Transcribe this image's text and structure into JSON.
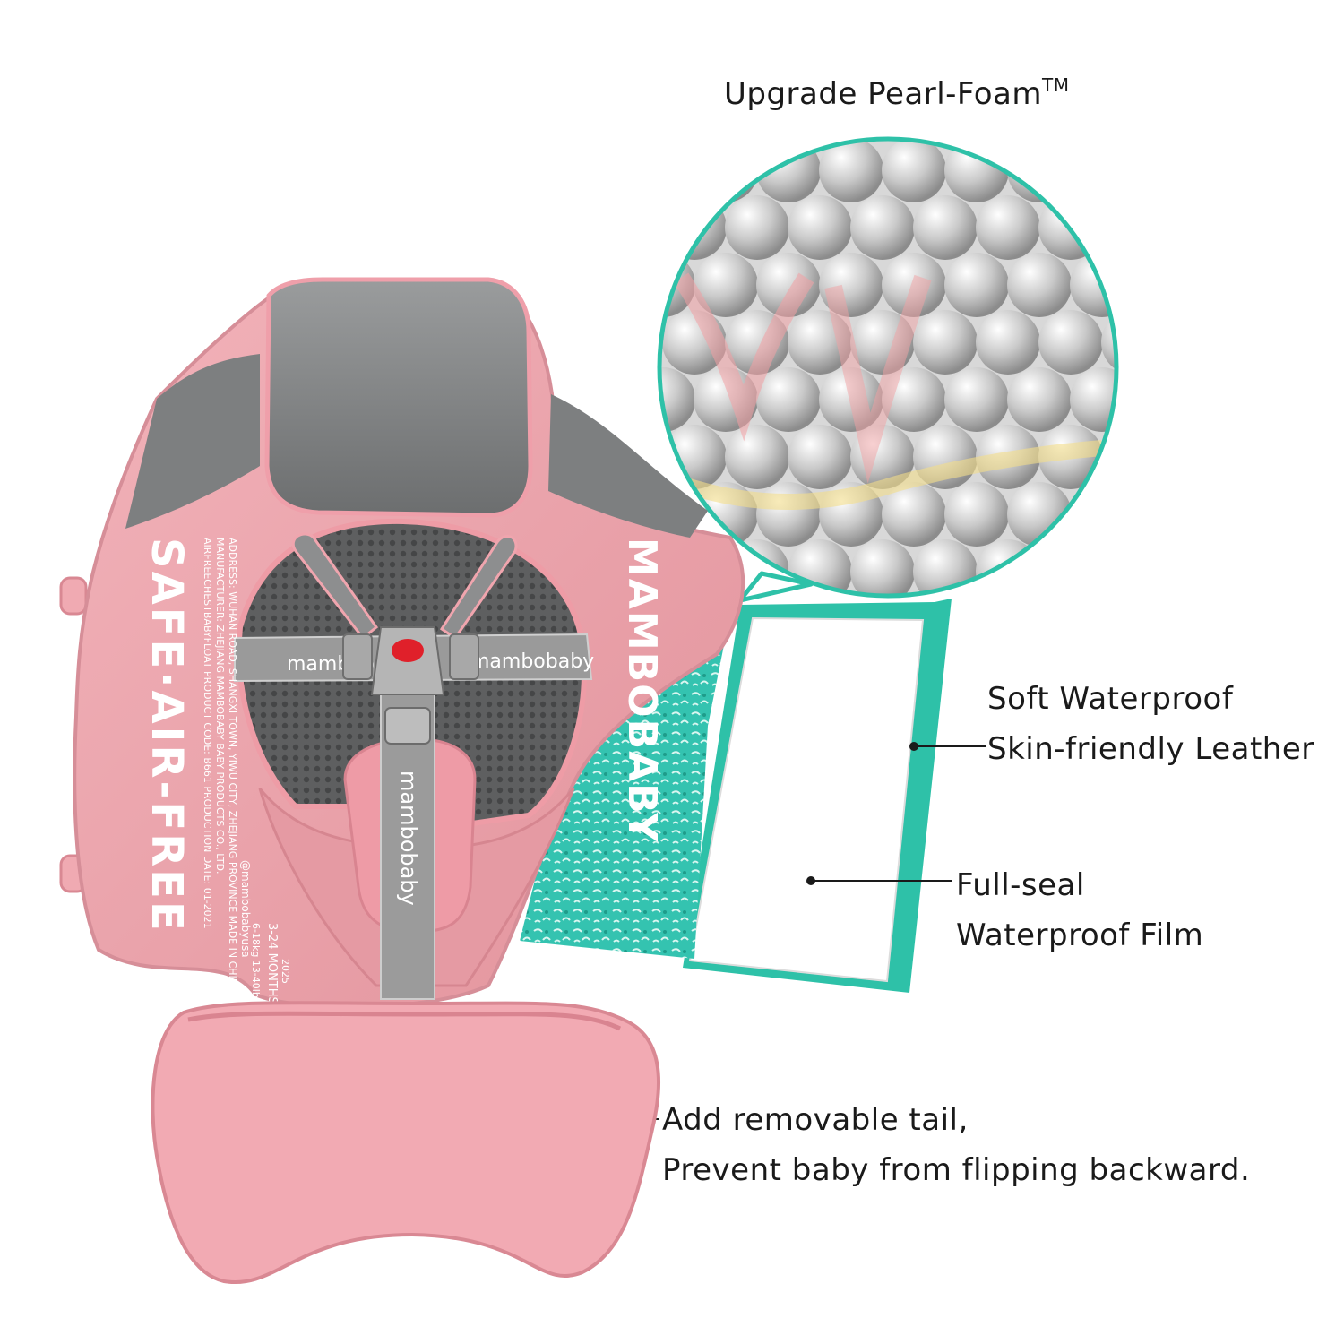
{
  "callouts": {
    "pearl_foam": {
      "text": "Upgrade Pearl-Foam",
      "mark": "TM"
    },
    "leather": {
      "line1": "Soft Waterproof",
      "line2": "Skin-friendly Leather"
    },
    "film": {
      "line1": "Full-seal",
      "line2": "Waterproof Film"
    },
    "tail": {
      "line1": "Add removable tail,",
      "line2": "Prevent baby from flipping backward."
    }
  },
  "product_print": {
    "slogan": "SAFE·AIR-FREE",
    "brand": "MAMBOBABY",
    "fine_lines": [
      "AIRFREECHESTBABYFLOAT PRODUCT CODE: B661 PRODUCTION DATE: 01-2021",
      "MANUFACTURER: ZHEJIANG MAMBOBABY BABY PRODUCTS CO., LTD.",
      "ADDRESS: WUHAN ROAD, SHANGXI TOWN, YIWU CITY, ZHEJIANG PROVINCE MADE IN CHINA",
      "@mambobabyusa"
    ],
    "age": "3-24 MONTHS",
    "weight": "6-18kg 13-40lbs",
    "year": "2025",
    "strap_text": "mambobaby"
  },
  "colors": {
    "float_pink": "#e9a0a8",
    "head_grey": "#808384",
    "foam_teal": "#34c3b0",
    "ring_teal": "#2ec1a8",
    "buckle_red": "#e0202a"
  }
}
